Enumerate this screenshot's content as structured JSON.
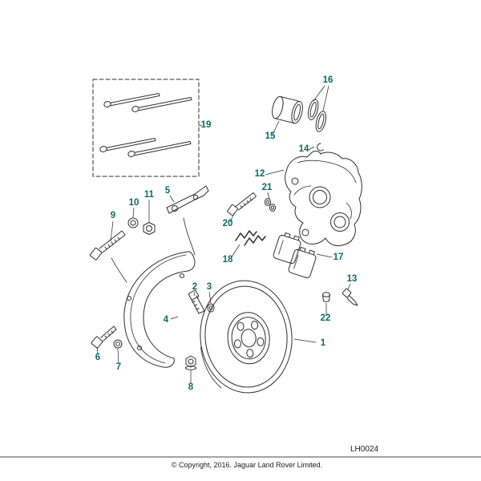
{
  "footer": {
    "code": "LH0024",
    "copyright": "© Copyright, 2016. Jaguar Land Rover Limited."
  },
  "colors": {
    "callout_text": "#0d6a6a",
    "diagram_line": "#2e2e2e",
    "background": "#ffffff"
  },
  "callouts": {
    "c1": "1",
    "c2": "2",
    "c3": "3",
    "c4": "4",
    "c5": "5",
    "c6": "6",
    "c7": "7",
    "c8": "8",
    "c9": "9",
    "c10": "10",
    "c11": "11",
    "c12": "12",
    "c13": "13",
    "c14": "14",
    "c15": "15",
    "c16": "16",
    "c17": "17",
    "c18": "18",
    "c19": "19",
    "c20": "20",
    "c21": "21",
    "c22": "22"
  }
}
